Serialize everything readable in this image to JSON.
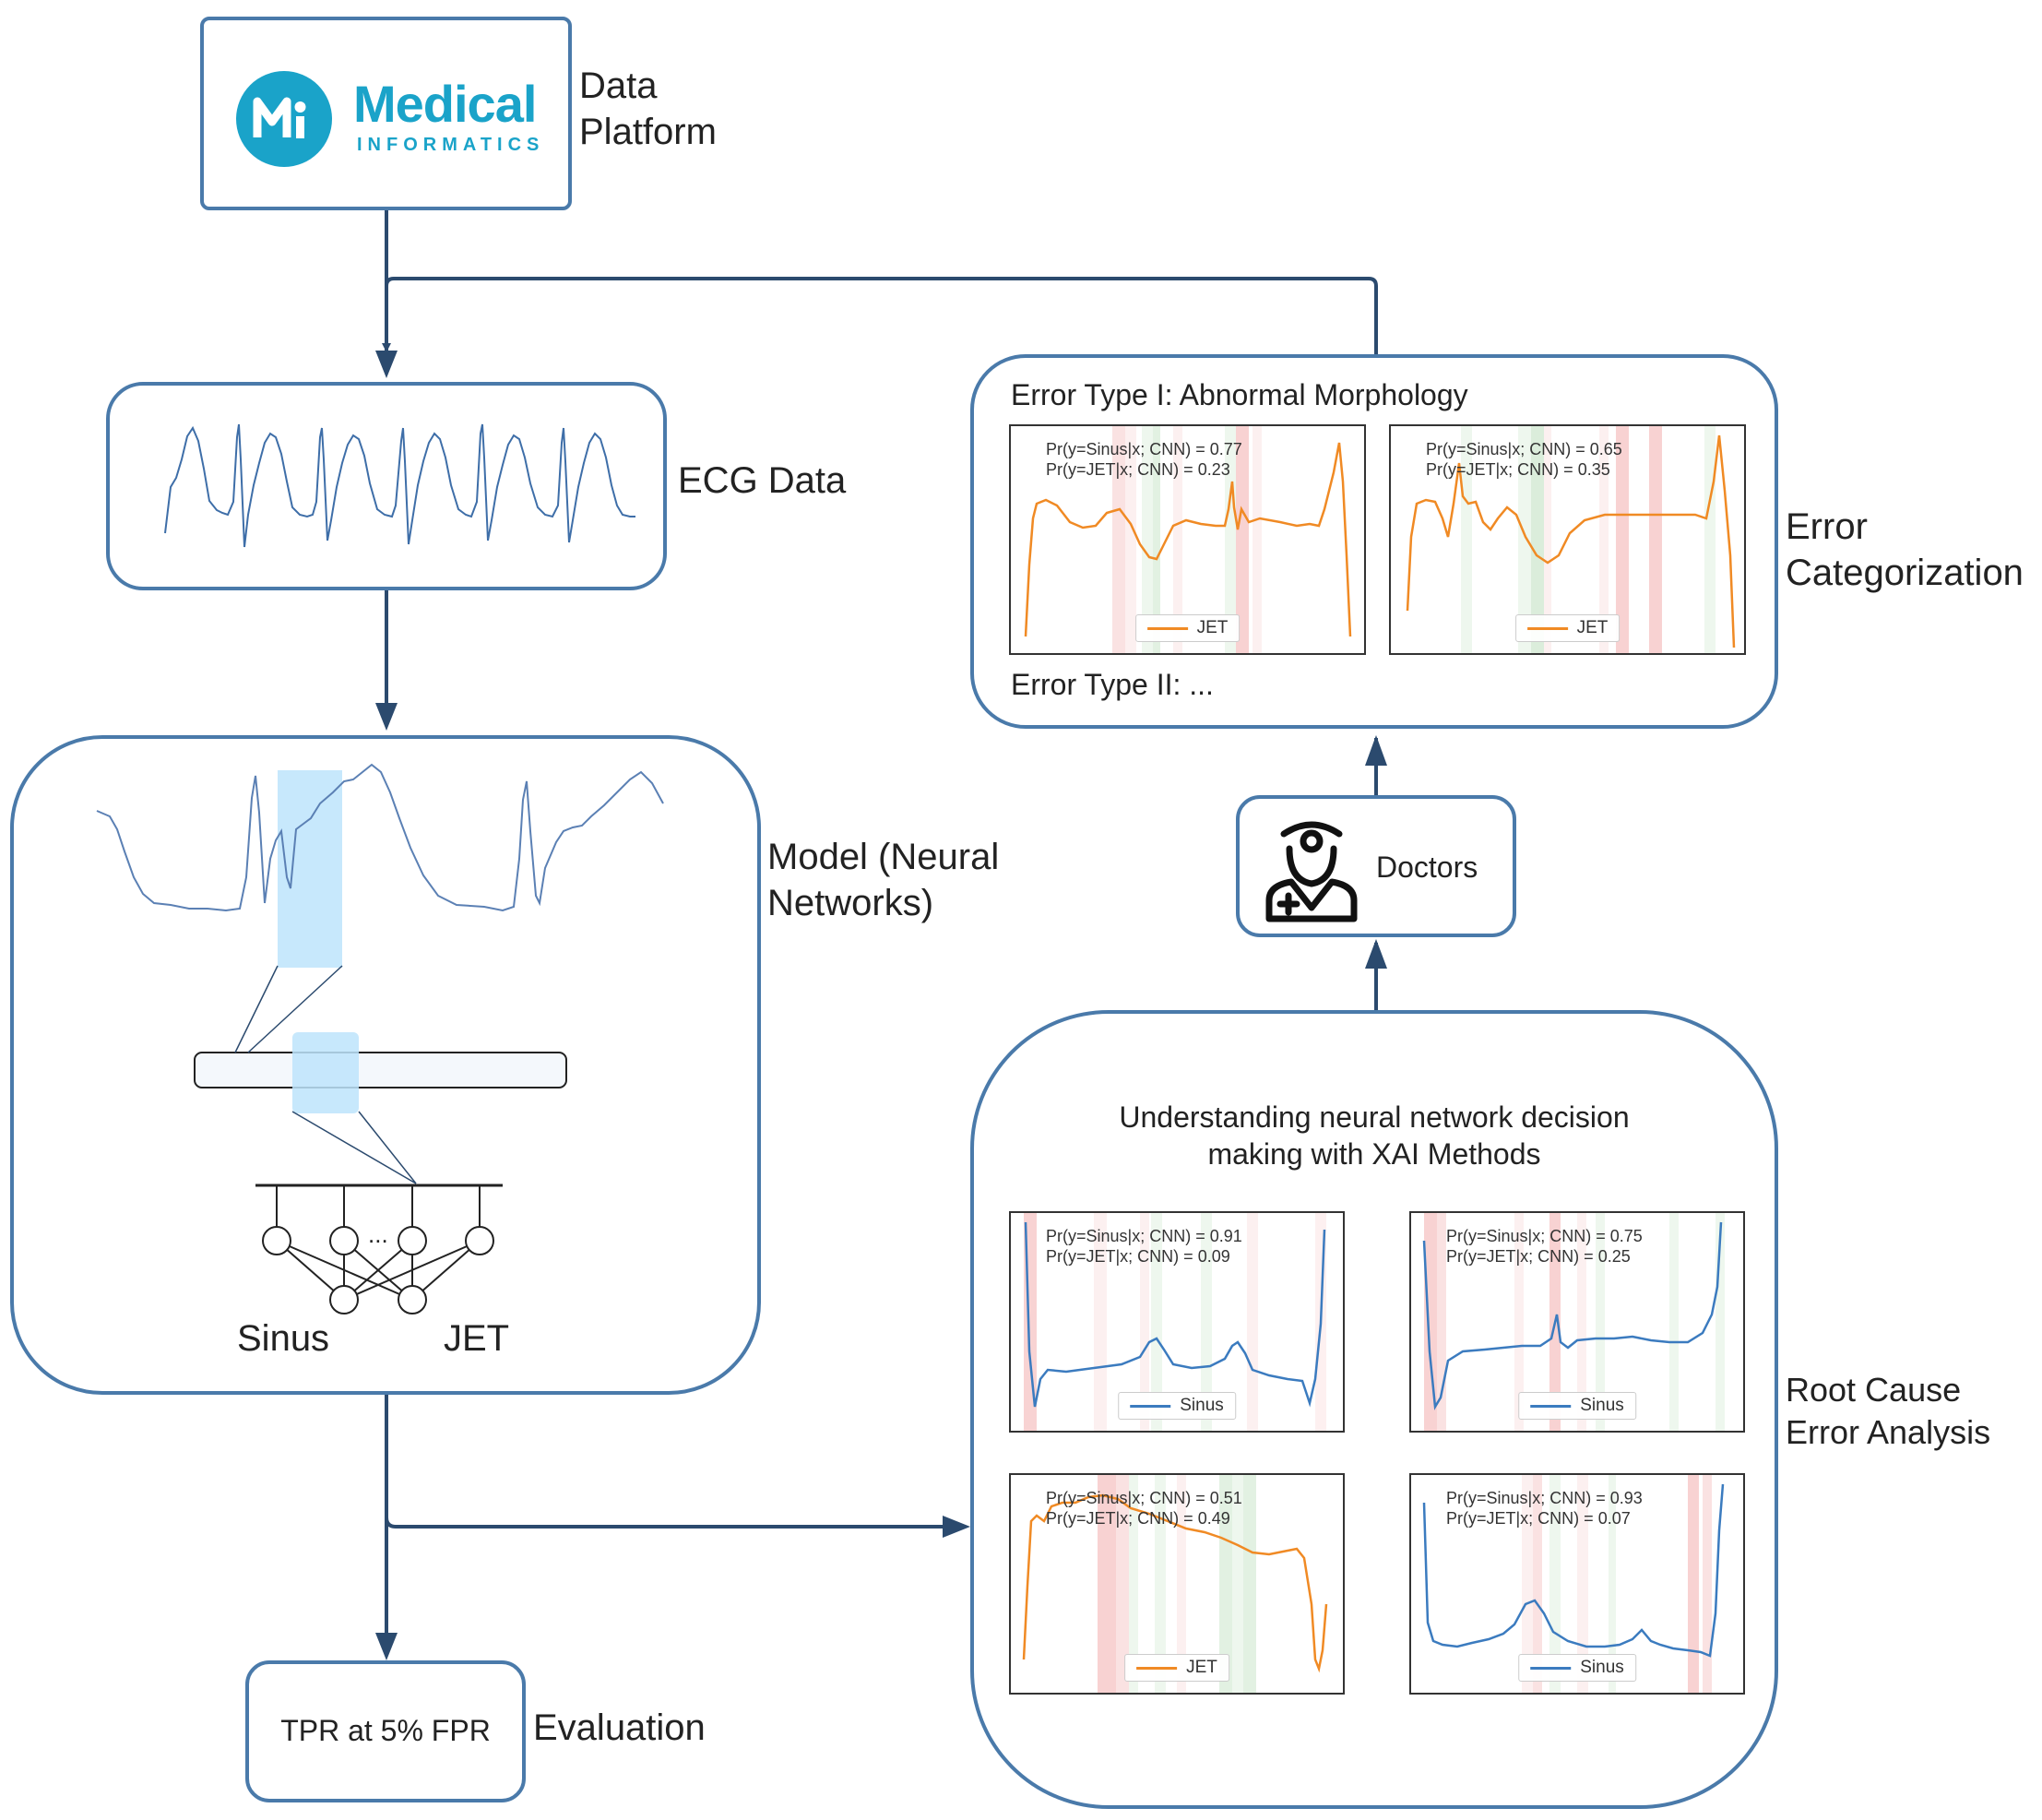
{
  "logo": {
    "name": "Medical",
    "sub": "INFORMATICS",
    "mark": "Mi"
  },
  "labels": {
    "data_platform": [
      "Data",
      "Platform"
    ],
    "ecg_data": "ECG Data",
    "model": [
      "Model (Neural",
      "Networks)"
    ],
    "evaluation": "Evaluation",
    "error_cat": [
      "Error",
      "Categorization"
    ],
    "root_cause": [
      "Root Cause",
      "Error Analysis"
    ],
    "doctors": "Doctors",
    "metric": "TPR at 5% FPR",
    "sinus": "Sinus",
    "jet": "JET",
    "dots": "...",
    "err_type1": "Error Type I: Abnormal Morphology",
    "err_type2": "Error Type II: ...",
    "xai_title": [
      "Understanding neural network decision",
      "making with XAI Methods"
    ]
  },
  "plots": {
    "e1": {
      "l1": "Pr(y=Sinus|x; CNN) = 0.77",
      "l2": "Pr(y=JET|x; CNN) = 0.23",
      "legend": "JET"
    },
    "e2": {
      "l1": "Pr(y=Sinus|x; CNN) = 0.65",
      "l2": "Pr(y=JET|x; CNN) = 0.35",
      "legend": "JET"
    },
    "r1": {
      "l1": "Pr(y=Sinus|x; CNN) = 0.91",
      "l2": "Pr(y=JET|x; CNN) = 0.09",
      "legend": "Sinus"
    },
    "r2": {
      "l1": "Pr(y=Sinus|x; CNN) = 0.75",
      "l2": "Pr(y=JET|x; CNN) = 0.25",
      "legend": "Sinus"
    },
    "r3": {
      "l1": "Pr(y=Sinus|x; CNN) = 0.51",
      "l2": "Pr(y=JET|x; CNN) = 0.49",
      "legend": "JET"
    },
    "r4": {
      "l1": "Pr(y=Sinus|x; CNN) = 0.93",
      "l2": "Pr(y=JET|x; CNN) = 0.07",
      "legend": "Sinus"
    }
  },
  "colors": {
    "border": "#4a7aaa",
    "arrow": "#2b4a6e",
    "sinus": "#3b7bbf",
    "jet": "#f08a24",
    "logo": "#1aa3c9"
  },
  "icons": {
    "doctor": "doctor-icon",
    "logo": "logo-icon"
  }
}
